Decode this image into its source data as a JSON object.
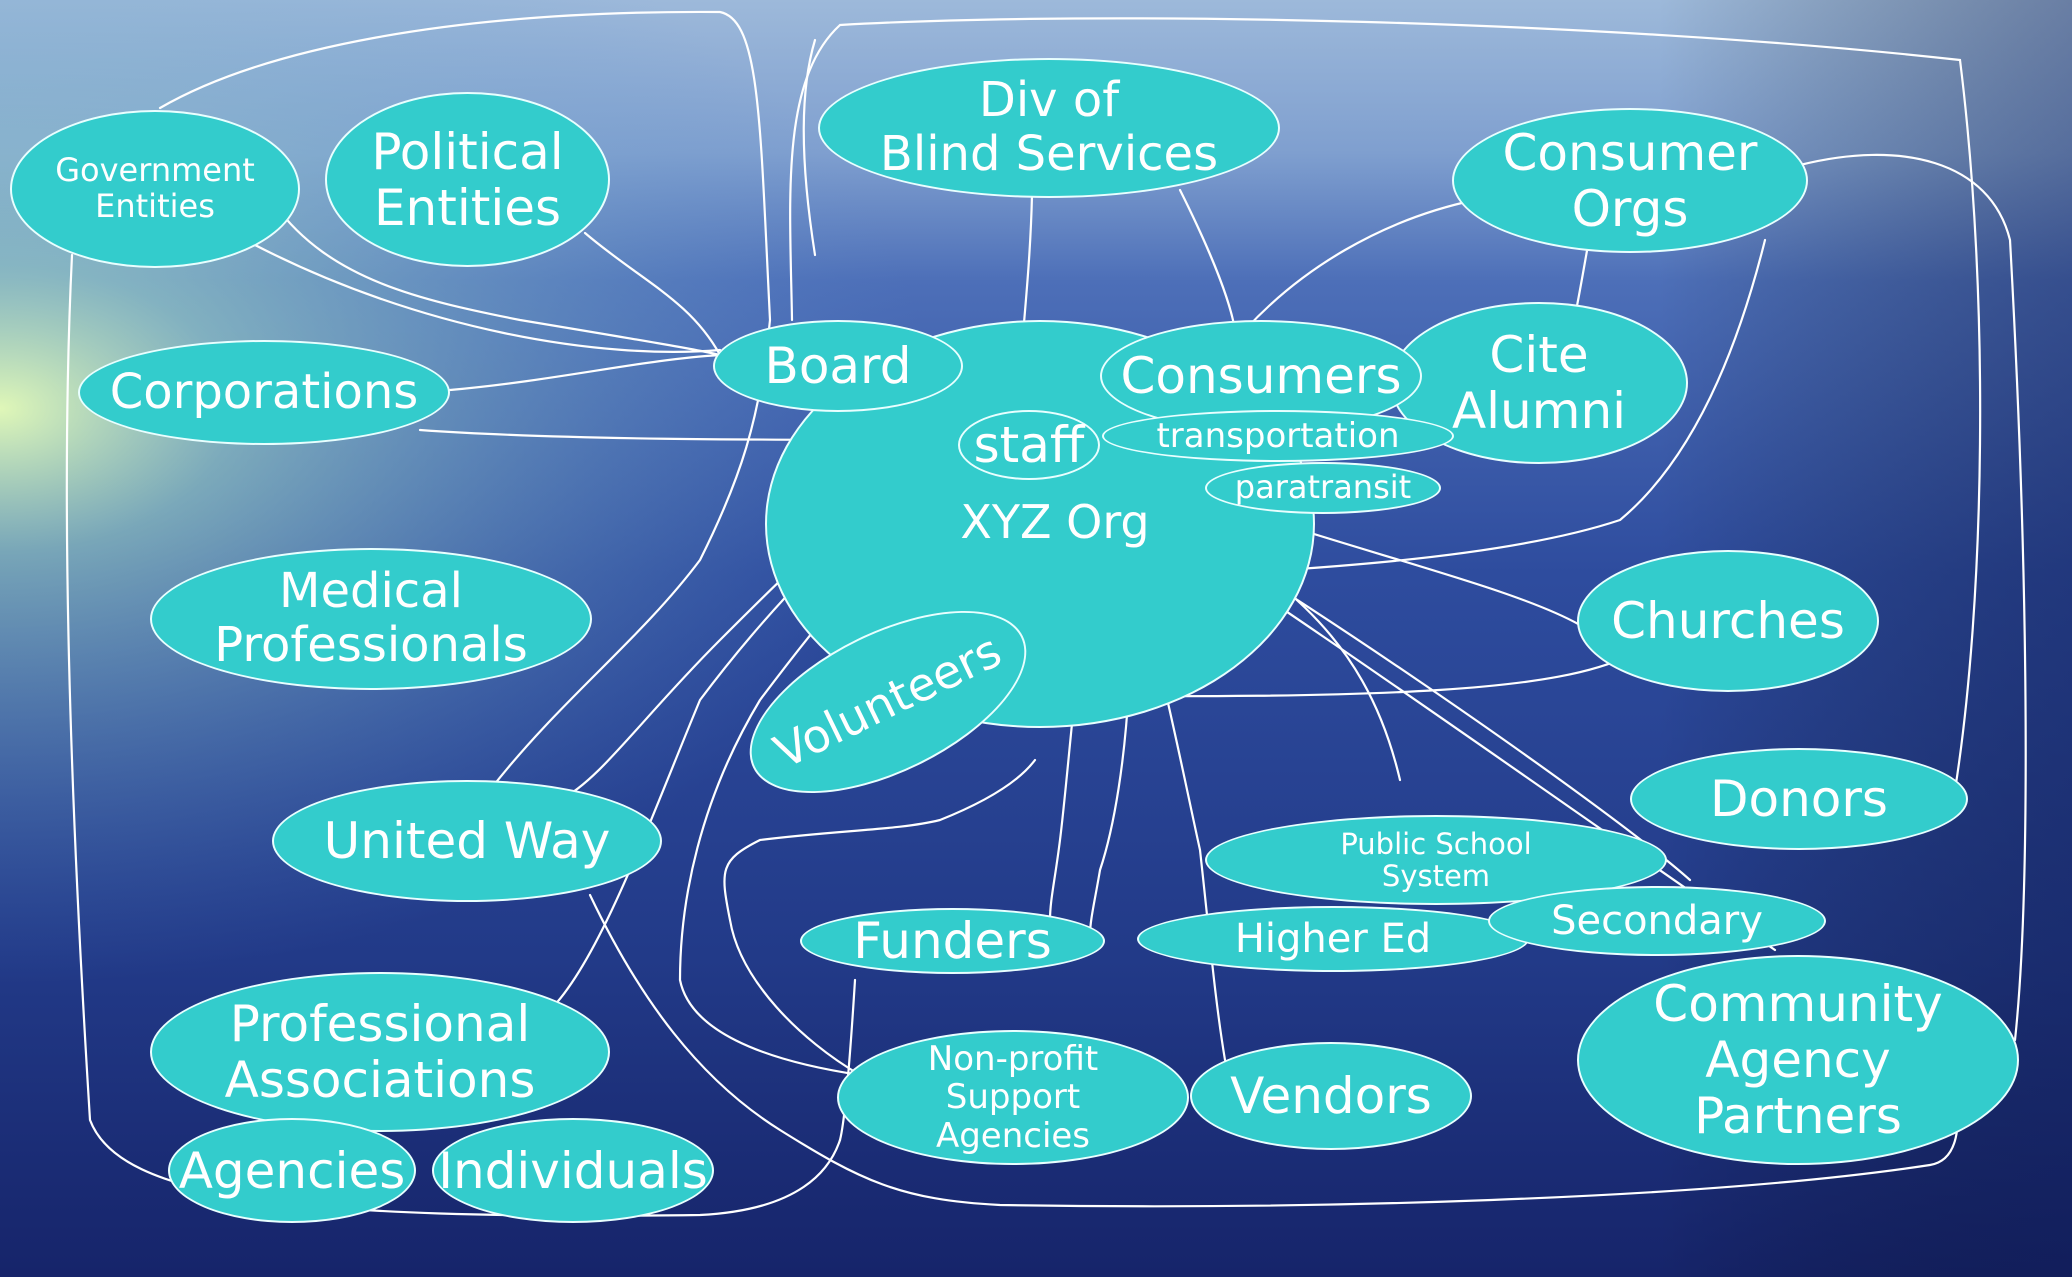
{
  "diagram": {
    "background_colors": {
      "sky": "#8fb4d8",
      "sea_light": "#3d63b0",
      "sea_dark": "#16246a",
      "glow": "#d8ffb0"
    },
    "node_color": "#33cccc",
    "line_color": "#ffffff",
    "center": {
      "org": "XYZ Org",
      "staff": "staff"
    },
    "nodes": {
      "government": "Government\nEntities",
      "political": "Political\nEntities",
      "div_blind": "Div of\nBlind Services",
      "consumer_orgs": "Consumer\nOrgs",
      "board": "Board",
      "consumers": "Consumers",
      "cite_alumni": "Cite\nAlumni",
      "corporations": "Corporations",
      "transportation": "transportation",
      "paratransit": "paratransit",
      "medical": "Medical\nProfessionals",
      "churches": "Churches",
      "volunteers": "Volunteers",
      "donors": "Donors",
      "united_way": "United Way",
      "public_school": "Public School\nSystem",
      "secondary": "Secondary",
      "funders": "Funders",
      "higher_ed": "Higher Ed",
      "professional": "Professional\nAssociations",
      "community": "Community\nAgency\nPartners",
      "nonprofit": "Non-profit\nSupport\nAgencies",
      "vendors": "Vendors",
      "agencies": "Agencies",
      "individuals": "Individuals"
    }
  }
}
